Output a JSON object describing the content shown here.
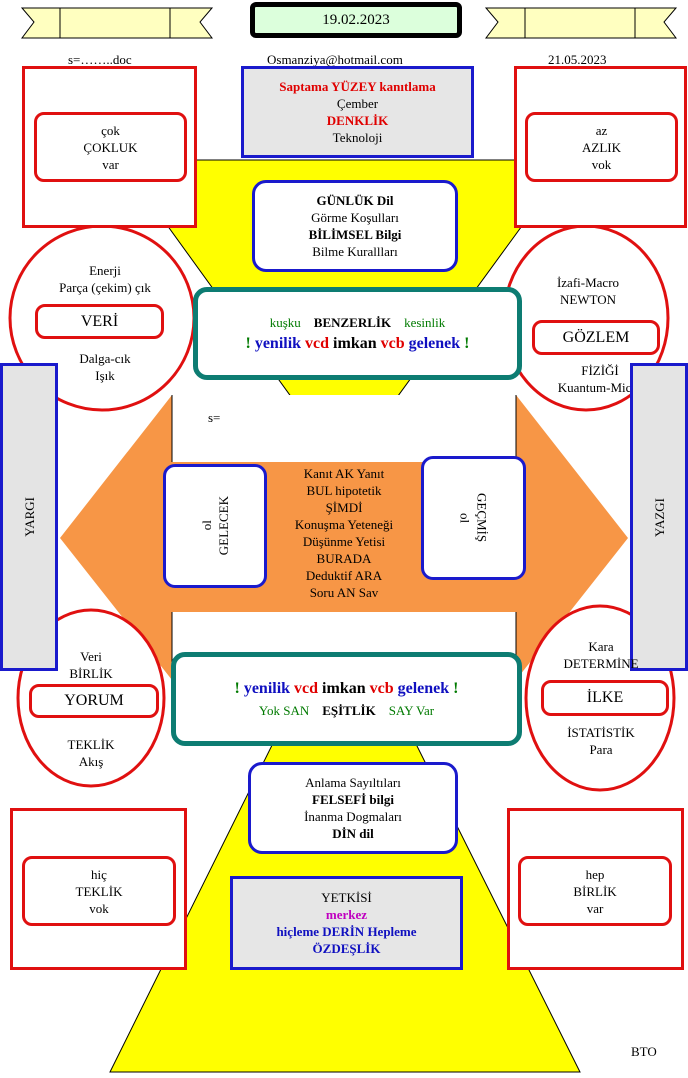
{
  "header": {
    "date_top": "19.02.2023",
    "file_label": "s=……..doc",
    "email": "Osmanziya@hotmail.com",
    "date_right": "21.05.2023"
  },
  "top_center": {
    "line1": "Saptama YÜZEY kanıtlama",
    "line2": "Çember",
    "line3": "DENKLİK",
    "line4": "Teknoloji"
  },
  "top_left": {
    "line1": "çok",
    "line2": "ÇOKLUK",
    "line3": "var"
  },
  "top_right": {
    "line1": "az",
    "line2": "AZLIK",
    "line3": "vok"
  },
  "gunluk": {
    "line1": "GÜNLÜK Dil",
    "line2": "Görme Koşulları",
    "line3": "BİLİMSEL Bilgi",
    "line4": "Bilme Kurallları"
  },
  "left_circle_top": {
    "line1": "Enerji",
    "line2": "Parça (çekim) çık",
    "box": "VERİ",
    "line3": "Dalga-cık",
    "line4": "Işık"
  },
  "right_circle_top": {
    "line1": "İzafi-Macro",
    "line2": "NEWTON",
    "box": "GÖZLEM",
    "line3": "FİZİĞİ",
    "line4": "Kuantum-Micro"
  },
  "teal_top": {
    "w1": "kuşku",
    "w2": "BENZERLİK",
    "w3": "kesinlik",
    "s1": "!",
    "s2": "yenilik",
    "s3": "vcd",
    "s4": "imkan",
    "s5": "vcb",
    "s6": "gelenek",
    "s7": "!"
  },
  "small_label": "s=",
  "left_sidebar": "YARGI",
  "right_sidebar": "YAZGI",
  "gelecek_box": {
    "line1": "ol",
    "line2": "GELECEK"
  },
  "gecmis_box": {
    "line1": "GEÇMİŞ",
    "line2": "ol"
  },
  "center_text": {
    "line1": "Kanıt AK  Yanıt",
    "line2": "BUL hipotetik",
    "line3": "ŞİMDİ",
    "line4": "Konuşma Yeteneği",
    "line5": "Düşünme Yetisi",
    "line6": "BURADA",
    "line7": "Deduktif ARA",
    "line8": "Soru  AN  Sav"
  },
  "teal_bottom": {
    "s1": "!",
    "s2": "yenilik",
    "s3": "vcd",
    "s4": "imkan",
    "s5": "vcb",
    "s6": "gelenek",
    "s7": "!",
    "w1": "Yok SAN",
    "w2": "EŞİTLİK",
    "w3": "SAY Var"
  },
  "left_circle_bottom": {
    "line1": "Veri",
    "line2": "BİRLİK",
    "box": "YORUM",
    "line3": "TEKLİK",
    "line4": "Akış"
  },
  "right_circle_bottom": {
    "line1": "Kara",
    "line2": "DETERMİNE",
    "box": "İLKE",
    "line3": "İSTATİSTİK",
    "line4": "Para"
  },
  "anlama": {
    "line1": "Anlama Sayıltıları",
    "line2": "FELSEFİ bilgi",
    "line3": "İnanma Dogmaları",
    "line4": "DİN dil"
  },
  "bottom_left": {
    "line1": "hiç",
    "line2": "TEKLİK",
    "line3": "vok"
  },
  "bottom_right": {
    "line1": "hep",
    "line2": "BİRLİK",
    "line3": "var"
  },
  "yetkisi": {
    "line1": "YETKİSİ",
    "line2": "merkez",
    "line3": "hiçleme DERİN Hepleme",
    "line4": "ÖZDEŞLİK"
  },
  "footer": "BTO",
  "colors": {
    "yellow": "#ffff00",
    "orange": "#f79646",
    "red": "#e01010",
    "blue": "#1a1acc",
    "teal": "#0d7c72"
  }
}
